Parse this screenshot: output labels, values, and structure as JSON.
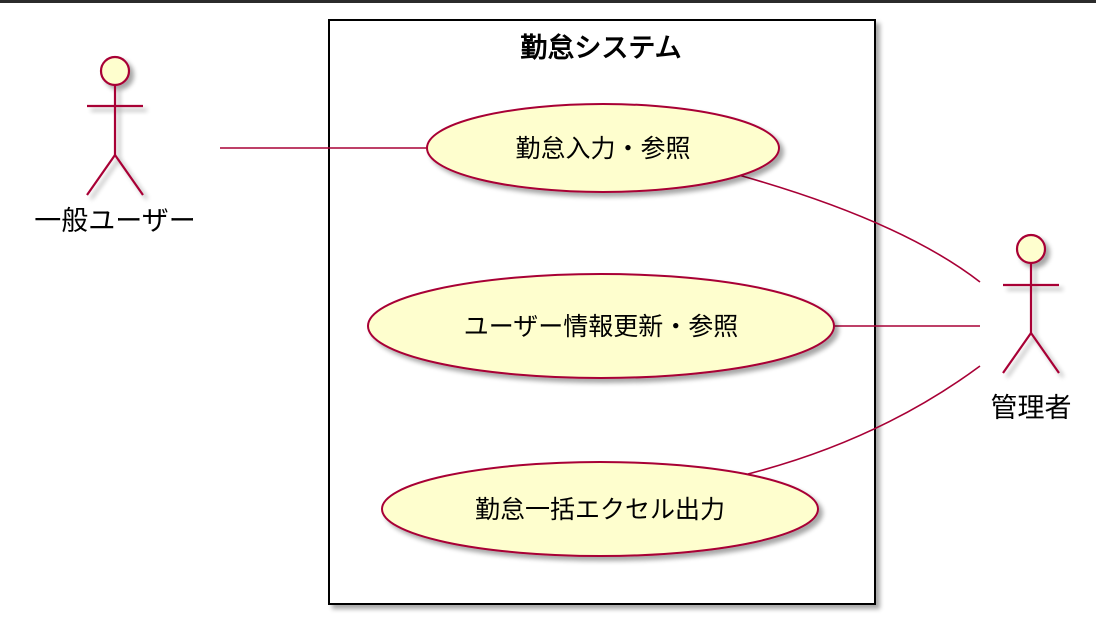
{
  "system": {
    "title": "勤怠システム"
  },
  "actors": {
    "general_user": "一般ユーザー",
    "admin": "管理者"
  },
  "use_cases": {
    "attendance_entry": "勤怠入力・参照",
    "user_info_update": "ユーザー情報更新・参照",
    "bulk_excel_export": "勤怠一括エクセル出力"
  },
  "colors": {
    "actor_fill": "#FEFECE",
    "line": "#A80036",
    "boundary": "#000000",
    "shadow": "#BFBFBF"
  }
}
